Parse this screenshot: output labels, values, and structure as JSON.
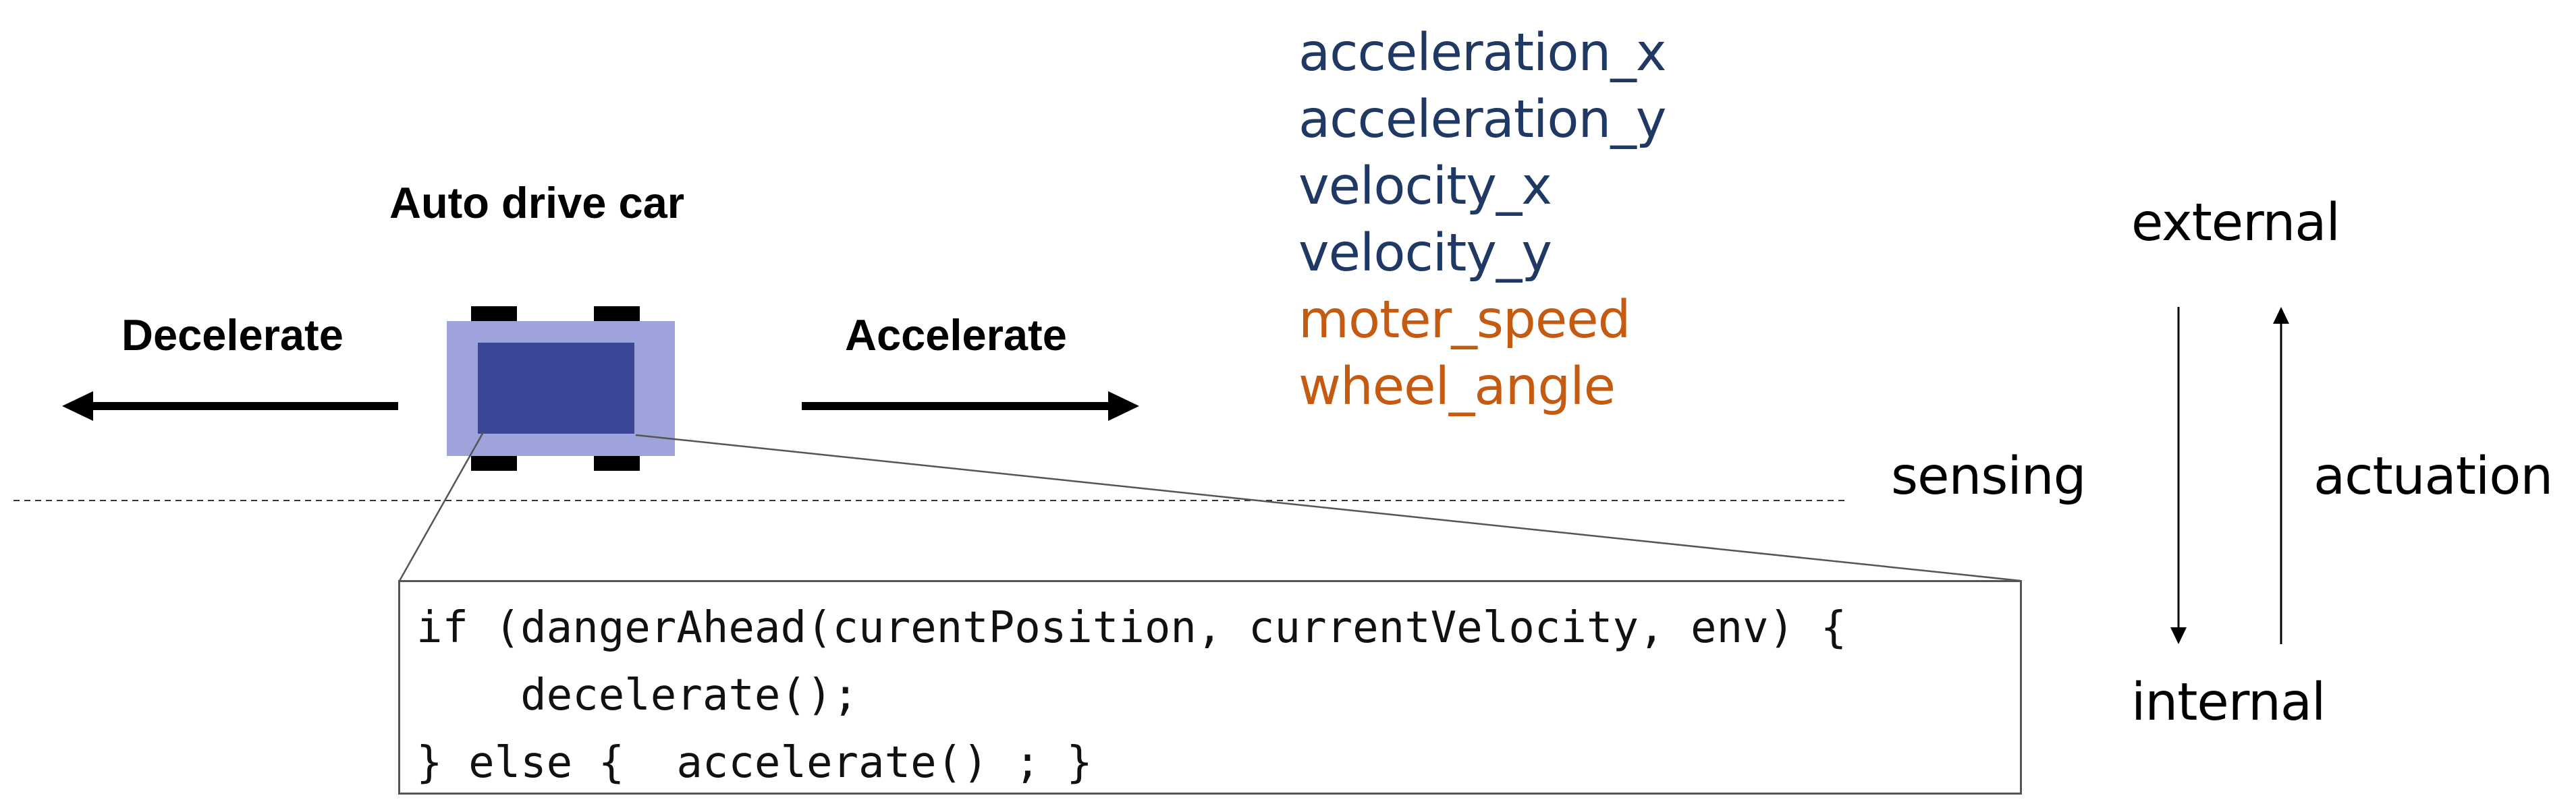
{
  "car_title": "Auto drive car",
  "decelerate_label": "Decelerate",
  "accelerate_label": "Accelerate",
  "sensor_variables": [
    "acceleration_x",
    "acceleration_y",
    "velocity_x",
    "velocity_y"
  ],
  "actuator_variables": [
    "moter_speed",
    "wheel_angle"
  ],
  "colors": {
    "sensor_text": "#1f3864",
    "actuator_text": "#c55a11",
    "car_body": "#9ea3dc",
    "car_cabin": "#3c4696",
    "wheel": "#000000"
  },
  "side_labels": {
    "external": "external",
    "internal": "internal",
    "sensing": "sensing",
    "actuation": "actuation"
  },
  "code_lines": [
    "if (dangerAhead(curentPosition, currentVelocity, env) {",
    "    decelerate();",
    "} else {  accelerate() ; }"
  ]
}
